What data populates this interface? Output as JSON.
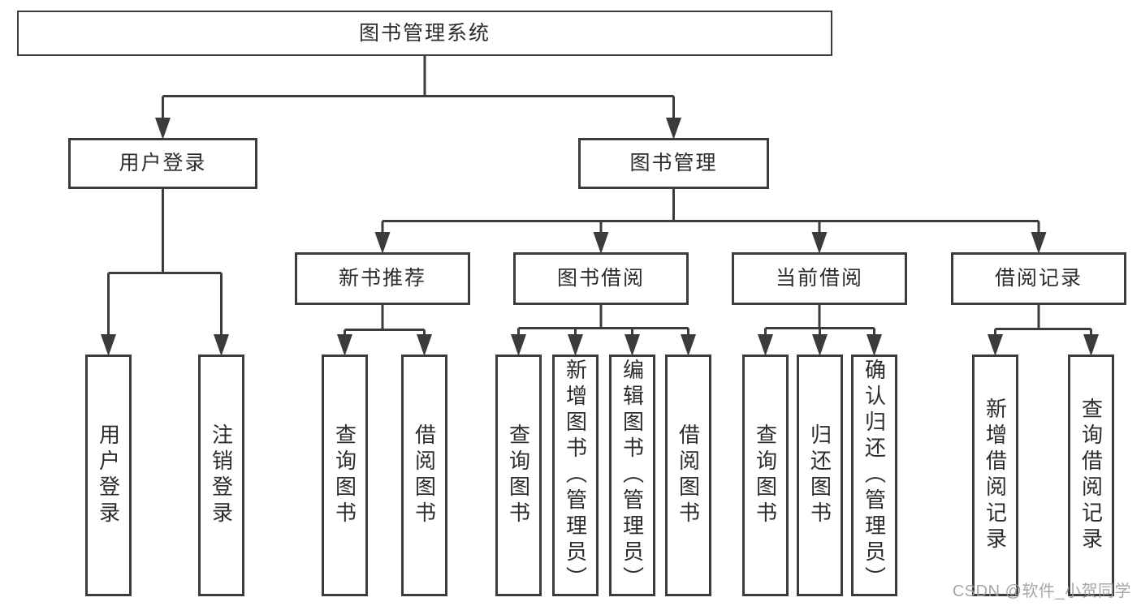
{
  "diagram": {
    "title": "图书管理系统",
    "branches": [
      {
        "label": "用户登录",
        "children": [
          {
            "label": "用户登录"
          },
          {
            "label": "注销登录"
          }
        ]
      },
      {
        "label": "图书管理",
        "children": [
          {
            "label": "新书推荐",
            "children": [
              {
                "label": "查询图书"
              },
              {
                "label": "借阅图书"
              }
            ]
          },
          {
            "label": "图书借阅",
            "children": [
              {
                "label": "查询图书"
              },
              {
                "label": "新增图书（管理员）"
              },
              {
                "label": "编辑图书（管理员）"
              },
              {
                "label": "借阅图书"
              }
            ]
          },
          {
            "label": "当前借阅",
            "children": [
              {
                "label": "查询图书"
              },
              {
                "label": "归还图书"
              },
              {
                "label": "确认归还（管理员）"
              }
            ]
          },
          {
            "label": "借阅记录",
            "children": [
              {
                "label": "新增借阅记录"
              },
              {
                "label": "查询借阅记录"
              }
            ]
          }
        ]
      }
    ]
  },
  "watermark": {
    "text": "CSDN @软件_小贺同学"
  },
  "colors": {
    "line": "#3b3b3b",
    "box_border": "#3b3b3b",
    "box_fill": "#ffffff",
    "text": "#2c2c2c",
    "watermark": "#9e9e9e",
    "background": "#ffffff"
  }
}
